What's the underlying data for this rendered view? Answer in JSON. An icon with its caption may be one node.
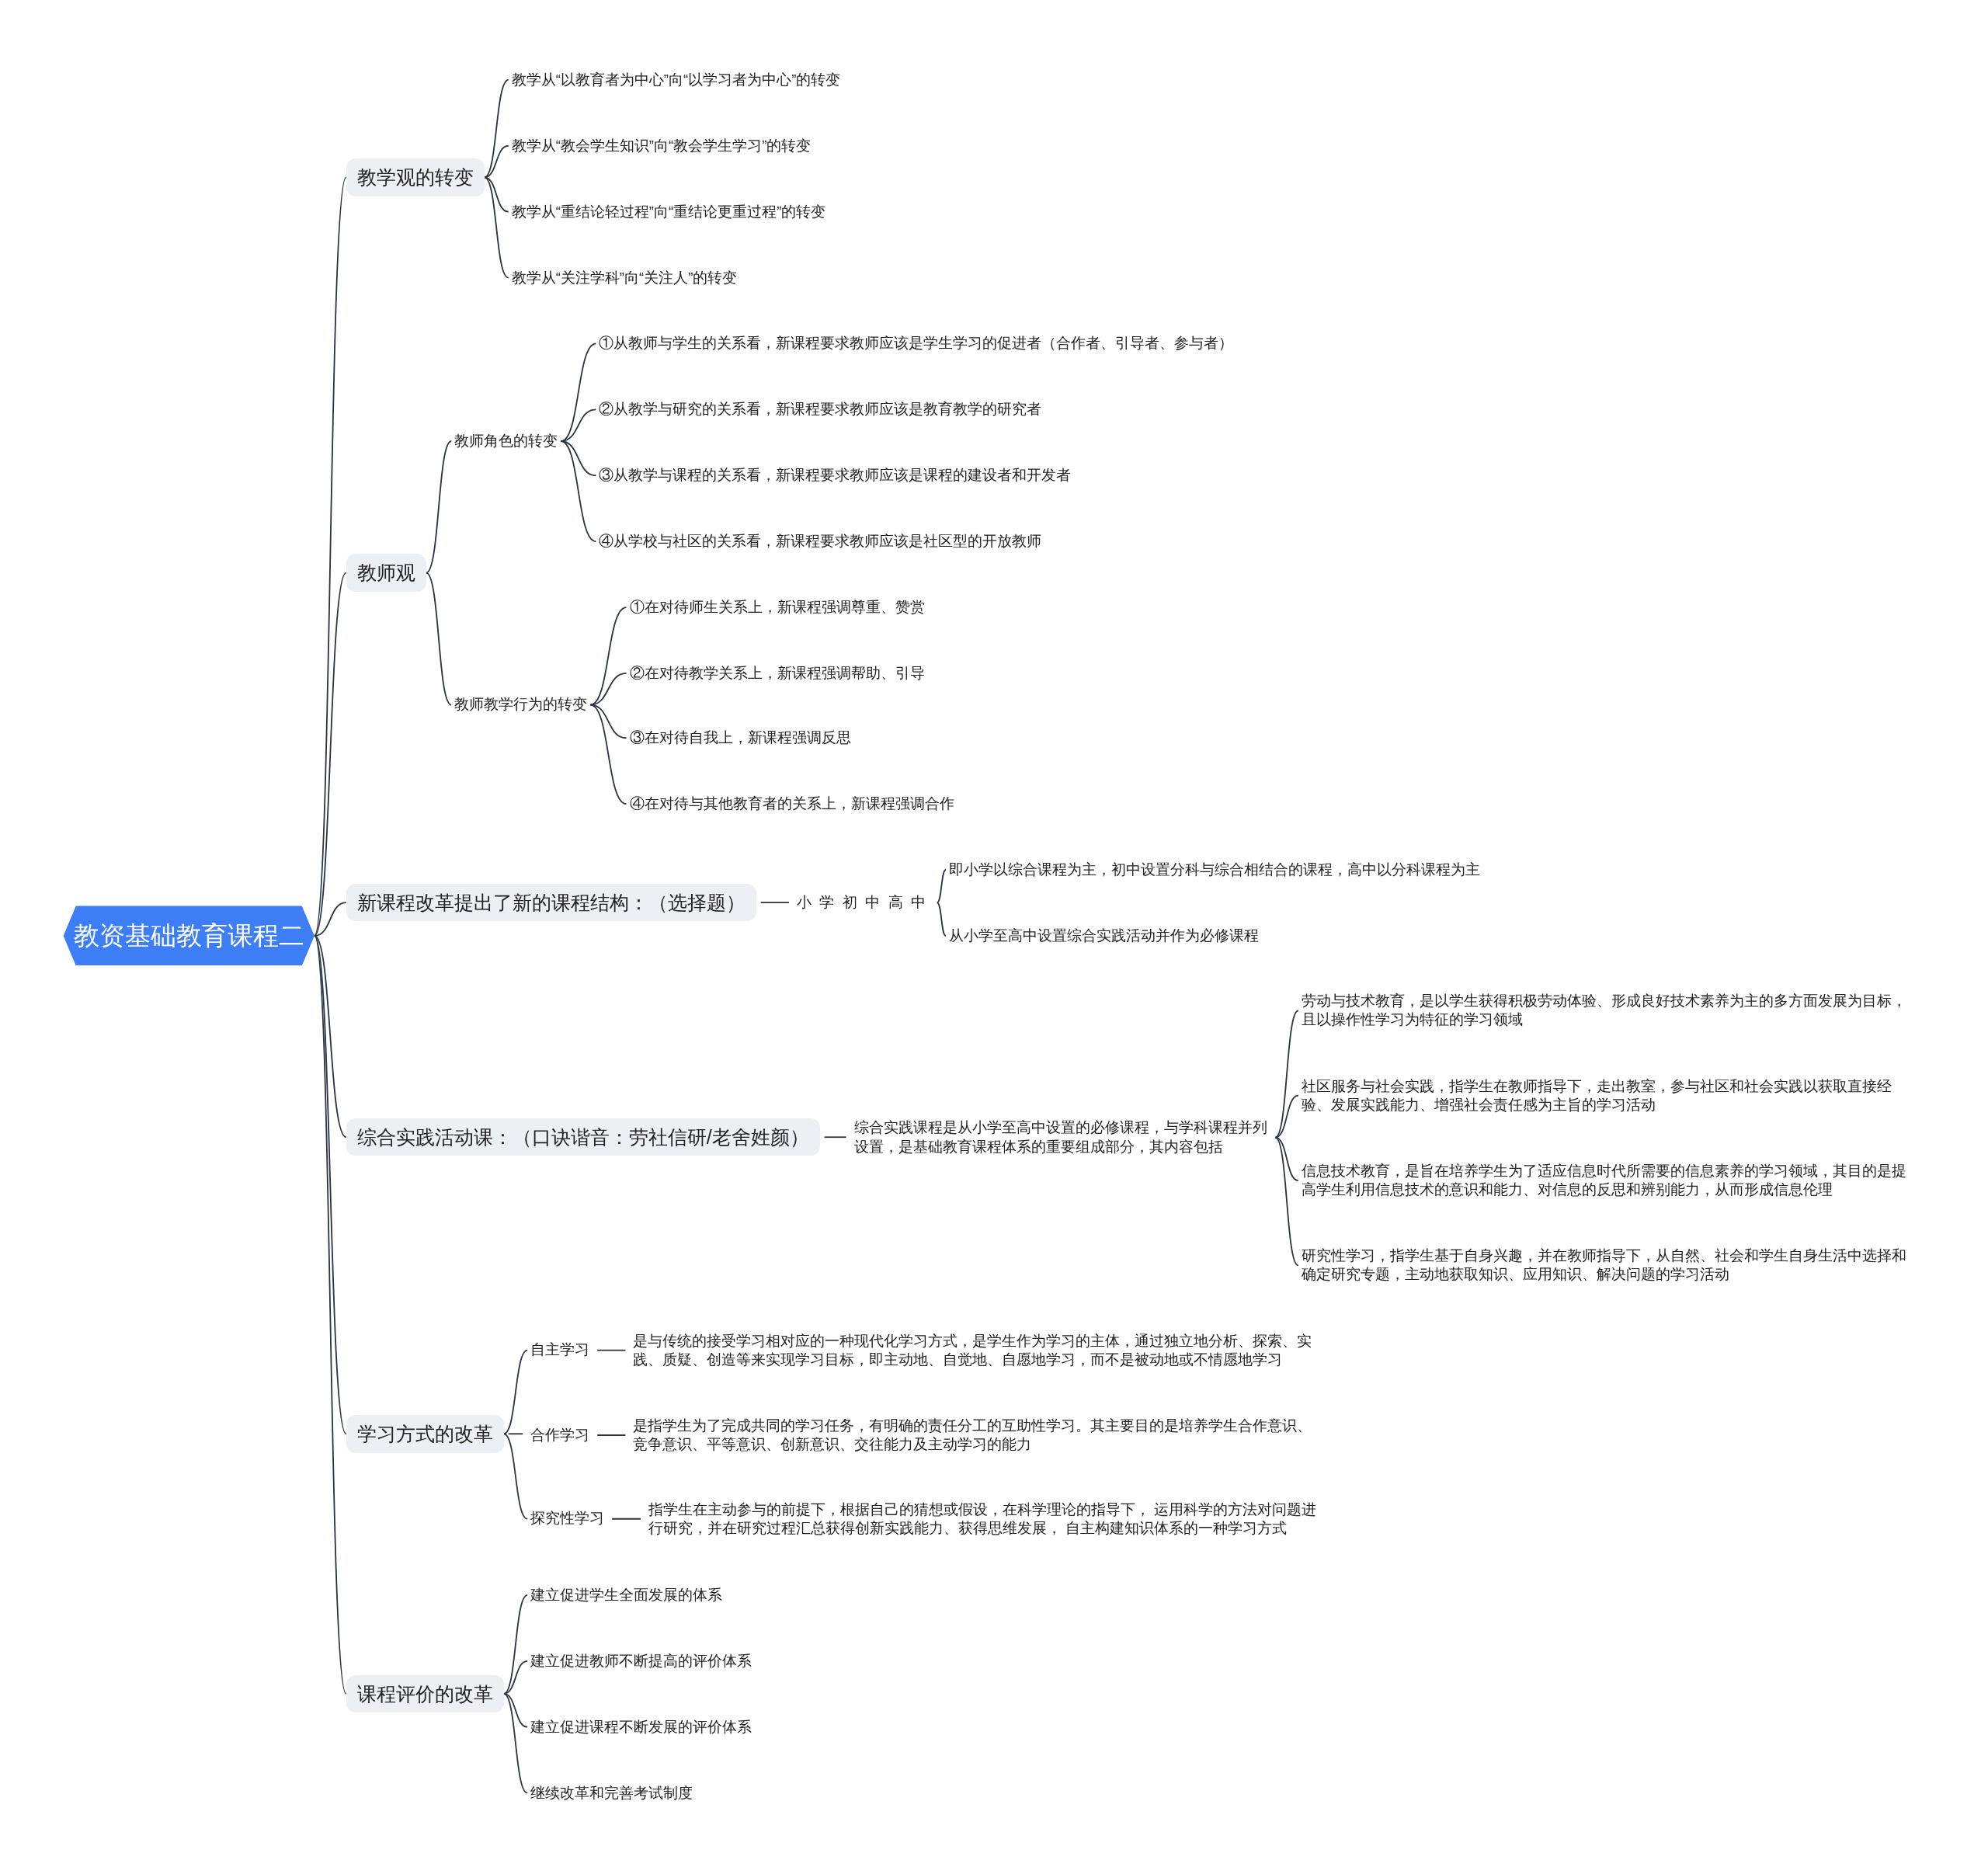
{
  "diagram": {
    "nodes": [
      {
        "text": [
          "教资基础教育课程二"
        ]
      },
      {
        "text": [
          "教学观的转变"
        ]
      },
      {
        "text": [
          "教学从“以教育者为中心”向“以学习者为中心”的转变"
        ]
      },
      {
        "text": [
          "教学从“教会学生知识”向“教会学生学习”的转变"
        ]
      },
      {
        "text": [
          "教学从“重结论轻过程”向“重结论更重过程”的转变"
        ]
      },
      {
        "text": [
          "教学从“关注学科”向“关注人”的转变"
        ]
      },
      {
        "text": [
          "教师观"
        ]
      },
      {
        "text": [
          "教师角色的转变"
        ]
      },
      {
        "text": [
          "①从教师与学生的关系看，新课程要求教师应该是学生学习的促进者（合作者、引导者、参与者）"
        ]
      },
      {
        "text": [
          "②从教学与研究的关系看，新课程要求教师应该是教育教学的研究者"
        ]
      },
      {
        "text": [
          "③从教学与课程的关系看，新课程要求教师应该是课程的建设者和开发者"
        ]
      },
      {
        "text": [
          "④从学校与社区的关系看，新课程要求教师应该是社区型的开放教师"
        ]
      },
      {
        "text": [
          "教师教学行为的转变"
        ]
      },
      {
        "text": [
          "①在对待师生关系上，新课程强调尊重、赞赏"
        ]
      },
      {
        "text": [
          "②在对待教学关系上，新课程强调帮助、引导"
        ]
      },
      {
        "text": [
          "③在对待自我上，新课程强调反思"
        ]
      },
      {
        "text": [
          "④在对待与其他教育者的关系上，新课程强调合作"
        ]
      },
      {
        "text": [
          "新课程改革提出了新的课程结构：（选择题）"
        ]
      },
      {
        "text": [
          "小学初中高中"
        ]
      },
      {
        "text": [
          "即小学以综合课程为主，初中设置分科与综合相结合的课程，高中以分科课程为主"
        ]
      },
      {
        "text": [
          "从小学至高中设置综合实践活动并作为必修课程"
        ]
      },
      {
        "text": [
          "综合实践活动课：（口诀谐音：劳社信研/老舍姓颜）"
        ]
      },
      {
        "text": [
          "综合实践课程是从小学至高中设置的必修课程，与学科课程并列设置，是基础教育课程体系的重要组成部分，其内容包括"
        ]
      },
      {
        "text": [
          "劳动与技术教育，是以学生获得积极劳动体验、形成良好技术素养为主的多方面发展为目标，且以操作性学习为特征的学习领域"
        ]
      },
      {
        "text": [
          "社区服务与社会实践，指学生在教师指导下，走出教室，参与社区和社会实践以获取直接经验、发展实践能力、增强社会责任感为主旨的学习活动"
        ]
      },
      {
        "text": [
          "信息技术教育，是旨在培养学生为了适应信息时代所需要的信息素养的学习领域，其目的是提高学生利用信息技术的意识和能力、对信息的反思和辨别能力，从而形成信息伦理"
        ]
      },
      {
        "text": [
          "研究性学习，指学生基于自身兴趣，并在教师指导下，从自然、社会和学生自身生活中选择和确定研究专题，主动地获取知识、应用知识、解决问题的学习活动"
        ]
      },
      {
        "text": [
          "学习方式的改革"
        ]
      },
      {
        "text": [
          "自主学习"
        ]
      },
      {
        "text": [
          "是与传统的接受学习相对应的一种现代化学习方式，是学生作为学习的主体，通过独立地分析、探索、实践、质疑、创造等来实现学习目标，即主动地、自觉地、自愿地学习，而不是被动地或不情愿地学习"
        ]
      },
      {
        "text": [
          "合作学习"
        ]
      },
      {
        "text": [
          "是指学生为了完成共同的学习任务，有明确的责任分工的互助性学习。其主要目的是培养学生合作意识、竞争意识、平等意识、创新意识、交往能力及主动学习的能力"
        ]
      },
      {
        "text": [
          "探究性学习"
        ]
      },
      {
        "text": [
          "指学生在主动参与的前提下，根据自己的猜想或假设，在科学理论的指导下， 运用科学的方法对问题进行研究，并在研究过程汇总获得创新实践能力、获得思维发展， 自主构建知识体系的一种学习方式"
        ]
      },
      {
        "text": [
          "课程评价的改革"
        ]
      },
      {
        "text": [
          "建立促进学生全面发展的体系"
        ]
      },
      {
        "text": [
          "建立促进教师不断提高的评价体系"
        ]
      },
      {
        "text": [
          "建立促进课程不断发展的评价体系"
        ]
      },
      {
        "text": [
          "继续改革和完善考试制度"
        ]
      }
    ],
    "edges": [
      {
        "from": 0,
        "to": 1,
        "arrow": "none"
      },
      {
        "from": 1,
        "to": 2,
        "arrow": "none"
      },
      {
        "from": 1,
        "to": 3,
        "arrow": "none"
      },
      {
        "from": 1,
        "to": 4,
        "arrow": "none"
      },
      {
        "from": 1,
        "to": 5,
        "arrow": "none"
      },
      {
        "from": 0,
        "to": 6,
        "arrow": "none"
      },
      {
        "from": 6,
        "to": 7,
        "arrow": "none"
      },
      {
        "from": 7,
        "to": 8,
        "arrow": "none"
      },
      {
        "from": 7,
        "to": 9,
        "arrow": "none"
      },
      {
        "from": 7,
        "to": 10,
        "arrow": "none"
      },
      {
        "from": 7,
        "to": 11,
        "arrow": "none"
      },
      {
        "from": 6,
        "to": 12,
        "arrow": "none"
      },
      {
        "from": 12,
        "to": 13,
        "arrow": "none"
      },
      {
        "from": 12,
        "to": 14,
        "arrow": "none"
      },
      {
        "from": 12,
        "to": 15,
        "arrow": "none"
      },
      {
        "from": 12,
        "to": 16,
        "arrow": "none"
      },
      {
        "from": 0,
        "to": 17,
        "arrow": "none"
      },
      {
        "from": 17,
        "to": 18,
        "arrow": "none"
      },
      {
        "from": 18,
        "to": 19,
        "arrow": "none"
      },
      {
        "from": 18,
        "to": 20,
        "arrow": "none"
      },
      {
        "from": 0,
        "to": 21,
        "arrow": "none"
      },
      {
        "from": 21,
        "to": 22,
        "arrow": "none"
      },
      {
        "from": 22,
        "to": 23,
        "arrow": "none"
      },
      {
        "from": 22,
        "to": 24,
        "arrow": "none"
      },
      {
        "from": 22,
        "to": 25,
        "arrow": "none"
      },
      {
        "from": 22,
        "to": 26,
        "arrow": "none"
      },
      {
        "from": 0,
        "to": 27,
        "arrow": "none"
      },
      {
        "from": 27,
        "to": 28,
        "arrow": "none"
      },
      {
        "from": 28,
        "to": 29,
        "arrow": "none"
      },
      {
        "from": 27,
        "to": 30,
        "arrow": "none"
      },
      {
        "from": 30,
        "to": 31,
        "arrow": "none"
      },
      {
        "from": 27,
        "to": 32,
        "arrow": "none"
      },
      {
        "from": 32,
        "to": 33,
        "arrow": "none"
      },
      {
        "from": 0,
        "to": 34,
        "arrow": "none"
      },
      {
        "from": 34,
        "to": 35,
        "arrow": "none"
      },
      {
        "from": 34,
        "to": 36,
        "arrow": "none"
      },
      {
        "from": 34,
        "to": 37,
        "arrow": "none"
      },
      {
        "from": 34,
        "to": 38,
        "arrow": "none"
      }
    ]
  }
}
